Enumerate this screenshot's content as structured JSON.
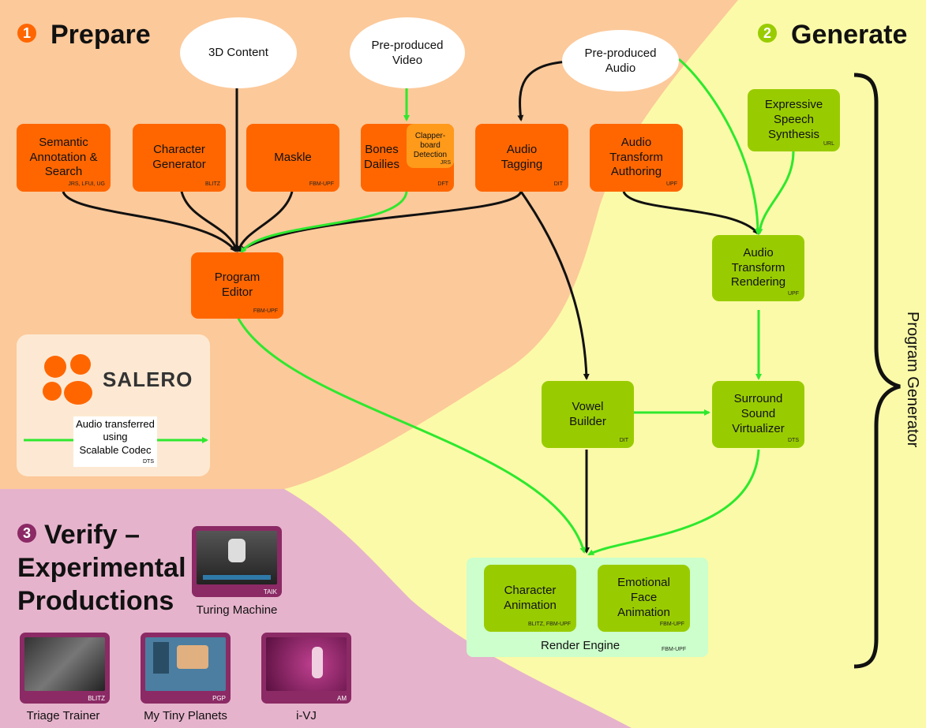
{
  "phases": {
    "prepare": {
      "num": "1",
      "title": "Prepare"
    },
    "generate": {
      "num": "2",
      "title": "Generate"
    },
    "verify": {
      "num": "3",
      "title_line1": "Verify –",
      "title_line2": "Experimental",
      "title_line3": "Productions"
    }
  },
  "sources": {
    "content_3d": "3D Content",
    "video": {
      "line1": "Pre-produced",
      "line2": "Video"
    },
    "audio": {
      "line1": "Pre-produced",
      "line2": "Audio"
    }
  },
  "boxes": {
    "semantic": {
      "lines": [
        "Semantic",
        "Annotation &",
        "Search"
      ],
      "org": "JRS, LFUI, UG"
    },
    "character_generator": {
      "lines": [
        "Character",
        "Generator"
      ],
      "org": "BLITZ"
    },
    "maskle": {
      "lines": [
        "Maskle"
      ],
      "org": "FBM-UPF"
    },
    "bones_dailies": {
      "lines": [
        "Bones",
        "Dailies"
      ],
      "org": "DFT"
    },
    "clapperboard": {
      "lines": [
        "Clapper-",
        "board",
        "Detection"
      ],
      "org": "JRS"
    },
    "audio_tagging": {
      "lines": [
        "Audio",
        "Tagging"
      ],
      "org": "DIT"
    },
    "audio_transform_authoring": {
      "lines": [
        "Audio",
        "Transform",
        "Authoring"
      ],
      "org": "UPF"
    },
    "program_editor": {
      "lines": [
        "Program",
        "Editor"
      ],
      "org": "FBM-UPF"
    },
    "expressive_speech": {
      "lines": [
        "Expressive",
        "Speech",
        "Synthesis"
      ],
      "org": "URL"
    },
    "audio_transform_rendering": {
      "lines": [
        "Audio",
        "Transform",
        "Rendering"
      ],
      "org": "UPF"
    },
    "vowel_builder": {
      "lines": [
        "Vowel",
        "Builder"
      ],
      "org": "DIT"
    },
    "surround_sound": {
      "lines": [
        "Surround",
        "Sound",
        "Virtualizer"
      ],
      "org": "DTS"
    },
    "character_animation": {
      "lines": [
        "Character",
        "Animation"
      ],
      "org": "BLITZ, FBM-UPF"
    },
    "emotional_face": {
      "lines": [
        "Emotional",
        "Face",
        "Animation"
      ],
      "org": "FBM-UPF"
    }
  },
  "render_engine": {
    "label": "Render Engine",
    "org": "FBM-UPF"
  },
  "program_generator": "Program Generator",
  "salero": {
    "logo_text": "SALERO",
    "note_lines": [
      "Audio transferred",
      "using",
      "Scalable Codec"
    ],
    "note_org": "DTS"
  },
  "productions": [
    {
      "caption": "Turing Machine",
      "org": "TAIK"
    },
    {
      "caption": "Triage Trainer",
      "org": "BLITZ"
    },
    {
      "caption": "My Tiny Planets",
      "org": "PGP"
    },
    {
      "caption": "i-VJ",
      "org": "AM"
    }
  ],
  "colors": {
    "orange_box": "#ff6600",
    "green_box": "#99cc00",
    "prepare_bg": "#fcc99a",
    "generate_bg": "#fbfaa8",
    "verify_bg": "#e6b3cc",
    "render_bg": "#ccffcc"
  }
}
